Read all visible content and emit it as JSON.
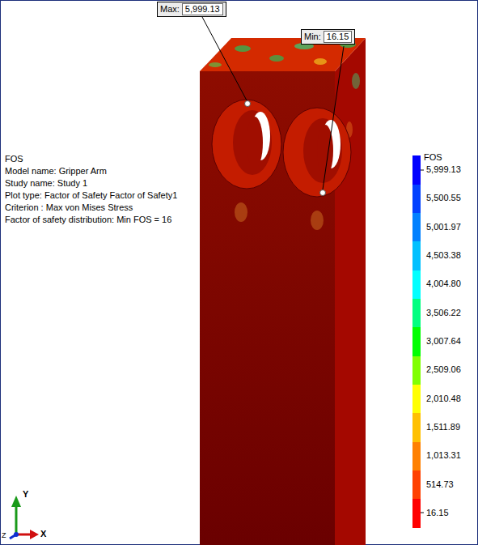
{
  "diagram": {
    "nodes": [
      {
        "text": [
          "Max:",
          "5,999.13"
        ]
      },
      {
        "text": [
          "Min:",
          "16.15"
        ]
      }
    ],
    "labels": [
      "FOS",
      "Model name: Gripper Arm",
      "Study name: Study 1",
      "Plot type: Factor of Safety Factor of Safety1",
      "Criterion : Max von Mises Stress",
      "Factor of safety distribution: Min FOS = 16",
      "FOS",
      "Y",
      "Z",
      "X"
    ],
    "legend": [
      {
        "text": "5,999.13",
        "color": "#0000ff"
      },
      {
        "text": "5,500.55",
        "color": "#0040ff"
      },
      {
        "text": "5,001.97",
        "color": "#0080ff"
      },
      {
        "text": "4,503.38",
        "color": "#00c0ff"
      },
      {
        "text": "4,004.80",
        "color": "#00ffff"
      },
      {
        "text": "3,506.22",
        "color": "#00ff80"
      },
      {
        "text": "3,007.64",
        "color": "#00ff00"
      },
      {
        "text": "2,509.06",
        "color": "#80ff00"
      },
      {
        "text": "2,010.48",
        "color": "#ffff00"
      },
      {
        "text": "1,511.89",
        "color": "#ffc000"
      },
      {
        "text": "1,013.31",
        "color": "#ff8000"
      },
      {
        "text": "514.73",
        "color": "#ff4000"
      },
      {
        "text": "16.15",
        "color": "#ff0000"
      }
    ]
  }
}
